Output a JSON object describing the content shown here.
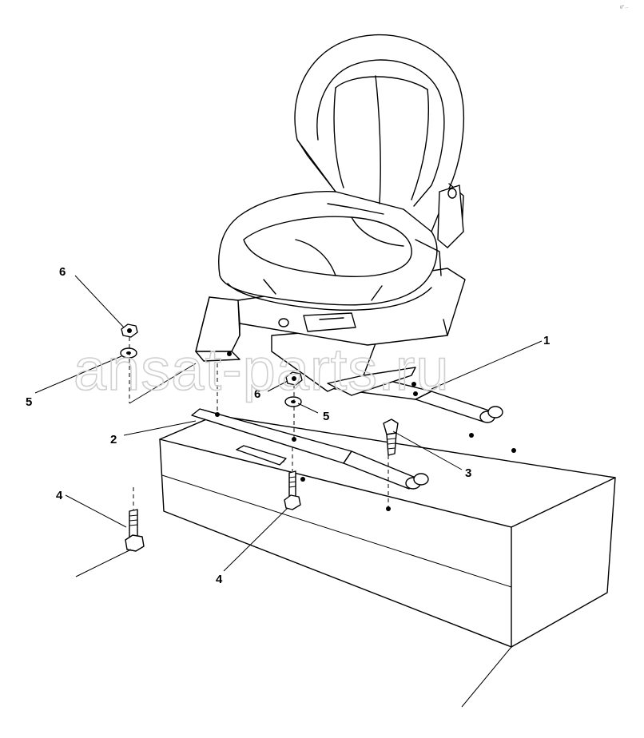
{
  "watermark": "ansat-parts.ru",
  "corner_mark": "g⁰ ...",
  "callouts": [
    {
      "id": "callout-1",
      "label": "1"
    },
    {
      "id": "callout-2",
      "label": "2"
    },
    {
      "id": "callout-3",
      "label": "3"
    },
    {
      "id": "callout-4a",
      "label": "4"
    },
    {
      "id": "callout-4b",
      "label": "4"
    },
    {
      "id": "callout-5a",
      "label": "5"
    },
    {
      "id": "callout-5b",
      "label": "5"
    },
    {
      "id": "callout-6a",
      "label": "6"
    },
    {
      "id": "callout-6b",
      "label": "6"
    }
  ]
}
